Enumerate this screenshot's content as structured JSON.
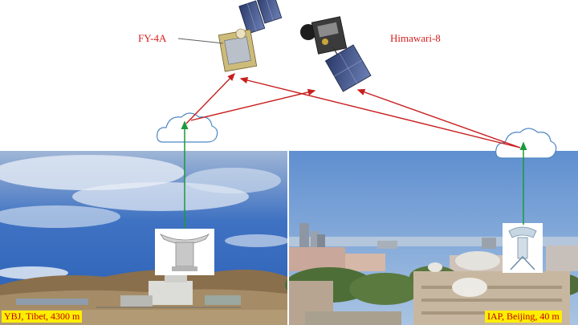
{
  "satellites": {
    "fy4a_label": "FY-4A",
    "himawari_label": "Himawari-8"
  },
  "sites": {
    "tibet_label": "YBJ, Tibet, 4300 m",
    "beijing_label": "IAP, Beijing, 40 m"
  },
  "colors": {
    "arrow_red": "#c81e1e",
    "uplink_green": "#1a9a3a",
    "label_red": "#d62020",
    "label_bg": "#ffee00",
    "sky_tibet": "#2f64b8",
    "sky_beijing": "#6f9ad0"
  },
  "icons": [
    "cloud-icon",
    "satellite-icon",
    "radar-icon"
  ]
}
